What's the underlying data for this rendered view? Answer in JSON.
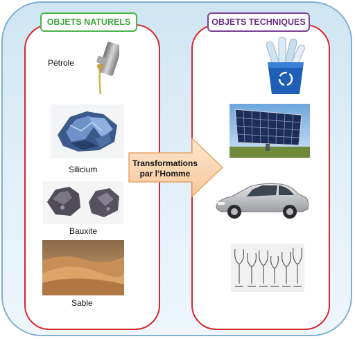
{
  "left_panel": {
    "title": "OBJETS NATURELS",
    "items": [
      {
        "label": "Pétrole",
        "icon": "oil-can-icon"
      },
      {
        "label": "Silicium",
        "icon": "silicon-crystal-icon"
      },
      {
        "label": "Bauxite",
        "icon": "bauxite-rock-icon"
      },
      {
        "label": "Sable",
        "icon": "sand-dunes-icon"
      }
    ]
  },
  "right_panel": {
    "title": "OBJETS TECHNIQUES",
    "items": [
      {
        "icon": "plastic-bottles-recycling-bin-icon"
      },
      {
        "icon": "solar-panel-icon"
      },
      {
        "icon": "car-icon"
      },
      {
        "icon": "wine-glasses-icon"
      }
    ]
  },
  "arrow": {
    "line1": "Transformations",
    "line2": "par l’Homme"
  },
  "colors": {
    "background_frame": "#cfe5f3",
    "panel_border": "#d8262c",
    "left_title": "#3aa63a",
    "right_title": "#6b2d88",
    "arrow_fill": "#fbd9b8"
  }
}
